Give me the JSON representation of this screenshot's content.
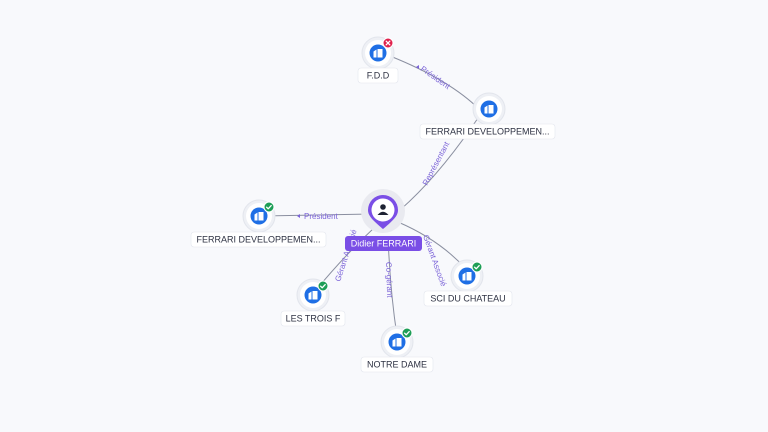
{
  "graph": {
    "person": {
      "name": "Didier FERRARI"
    },
    "companies": [
      {
        "key": "fdd",
        "name": "F.D.D",
        "status": "closed"
      },
      {
        "key": "ferrari_top",
        "name": "FERRARI DEVELOPPEMEN...",
        "status": "none"
      },
      {
        "key": "ferrari_left",
        "name": "FERRARI DEVELOPPEMEN...",
        "status": "active"
      },
      {
        "key": "les_trois_f",
        "name": "LES TROIS F",
        "status": "active"
      },
      {
        "key": "notre_dame",
        "name": "NOTRE DAME",
        "status": "active"
      },
      {
        "key": "sci_du_chateau",
        "name": "SCI DU CHATEAU",
        "status": "active"
      }
    ],
    "relations": [
      {
        "key": "fdd_ferrari_top",
        "label": "Président"
      },
      {
        "key": "person_ferrari_top",
        "label": "Représentant"
      },
      {
        "key": "person_ferrari_left",
        "label": "Président"
      },
      {
        "key": "person_les_trois_f",
        "label": "Gérant Associé"
      },
      {
        "key": "person_notre_dame",
        "label": "Co-gérant"
      },
      {
        "key": "person_sci_du_chateau",
        "label": "Gérant Associé"
      }
    ],
    "colors": {
      "person": "#7a4ee6",
      "company": "#1f6fe5",
      "active_badge": "#1e9e57",
      "closed_badge": "#e0234e",
      "relation_label": "#7b63d8"
    },
    "icons": {
      "person": "person-icon",
      "company": "building-icon",
      "active": "check-badge-icon",
      "closed": "cross-badge-icon"
    }
  }
}
